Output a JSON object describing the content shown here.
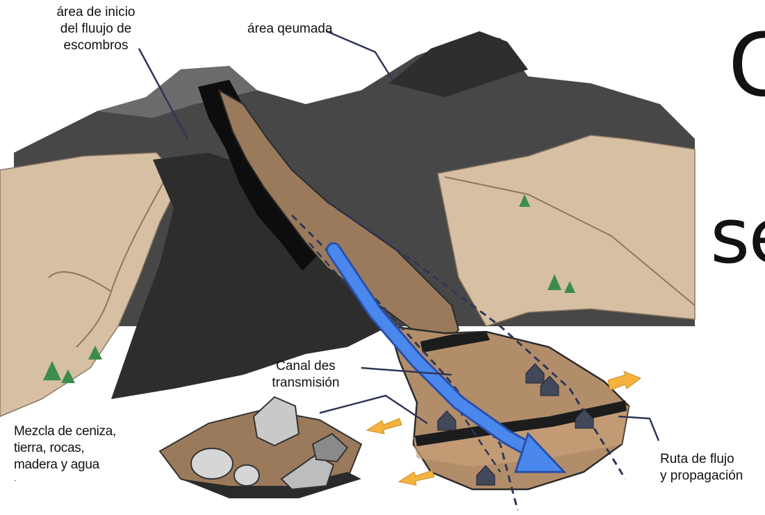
{
  "labels": {
    "start_area": [
      "área  de inicio",
      "del fluujo de",
      "escombros"
    ],
    "burned_area": "área qeumada",
    "channel": [
      "Canal des",
      "transmisión"
    ],
    "mixture": [
      "Mezcla de ceniza,",
      "tierra, rocas,",
      "madera y agua",
      "."
    ],
    "flow_path": [
      "Ruta de flujo",
      "y propagación"
    ]
  },
  "big_text": [
    "C",
    "se"
  ],
  "colors": {
    "terrain_dark": "#3a3a3a",
    "terrain_mid": "#555555",
    "terrain_black": "#0d0d0d",
    "ridge_light": "#7a7a7a",
    "sand": "#d7bfa3",
    "mud": "#9b7a5c",
    "flow_arrow": "#4a88ee",
    "spread_arrow": "#f5b33d",
    "tree": "#3c8c4c",
    "house": "#41485a"
  }
}
